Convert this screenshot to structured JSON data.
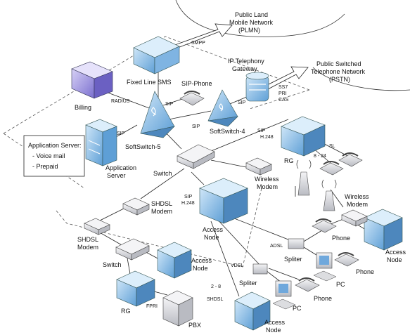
{
  "networks": {
    "plmn": [
      "Public Land",
      "Mobile Network",
      "(PLMN)"
    ],
    "pstn": [
      "Public Switched",
      "Telephone Network",
      "(PSTN)"
    ]
  },
  "labels": {
    "fixed_line_sms": "Fixed Line SMS",
    "billing": "Billing",
    "radius": "RADIUS",
    "smpp": "SMPP",
    "ip_gw": [
      "IP Telephony",
      "Gateway"
    ],
    "ss7": [
      "SS7",
      "PRI",
      "CAS"
    ],
    "sip_phone": "SIP-Phone",
    "sip": "SIP",
    "softswitch5": "SoftSwitch-5",
    "softswitch4": "SoftSwitch-4",
    "sip_h248": [
      "SIP",
      "H.248"
    ],
    "rg": "RG",
    "sl": "SL",
    "range_8_24": "8 - 24",
    "app_server": [
      "Application",
      "Server"
    ],
    "switch": "Switch",
    "wireless_modem": [
      "Wireless",
      "Modem"
    ],
    "shdsl_modem": [
      "SHDSL",
      "Modem"
    ],
    "access_node": [
      "Access",
      "Node"
    ],
    "phone": "Phone",
    "adsl": "ADSL",
    "spliter": "Spliter",
    "vdsl": "VDSL",
    "pc": "PC",
    "range_2_8": "2 - 8",
    "shdsl": "SHDSL",
    "fpri": "FPRI",
    "pbx": "PBX"
  },
  "app_box": {
    "title": "Application Server:",
    "items": [
      "- Voice mail",
      "- Prepaid"
    ]
  },
  "colors": {
    "box_blue": "#8fc3ea",
    "box_dark": "#4d87bd",
    "billing": "#8f84d6",
    "device": "#dcdde0",
    "line": "#222222"
  }
}
